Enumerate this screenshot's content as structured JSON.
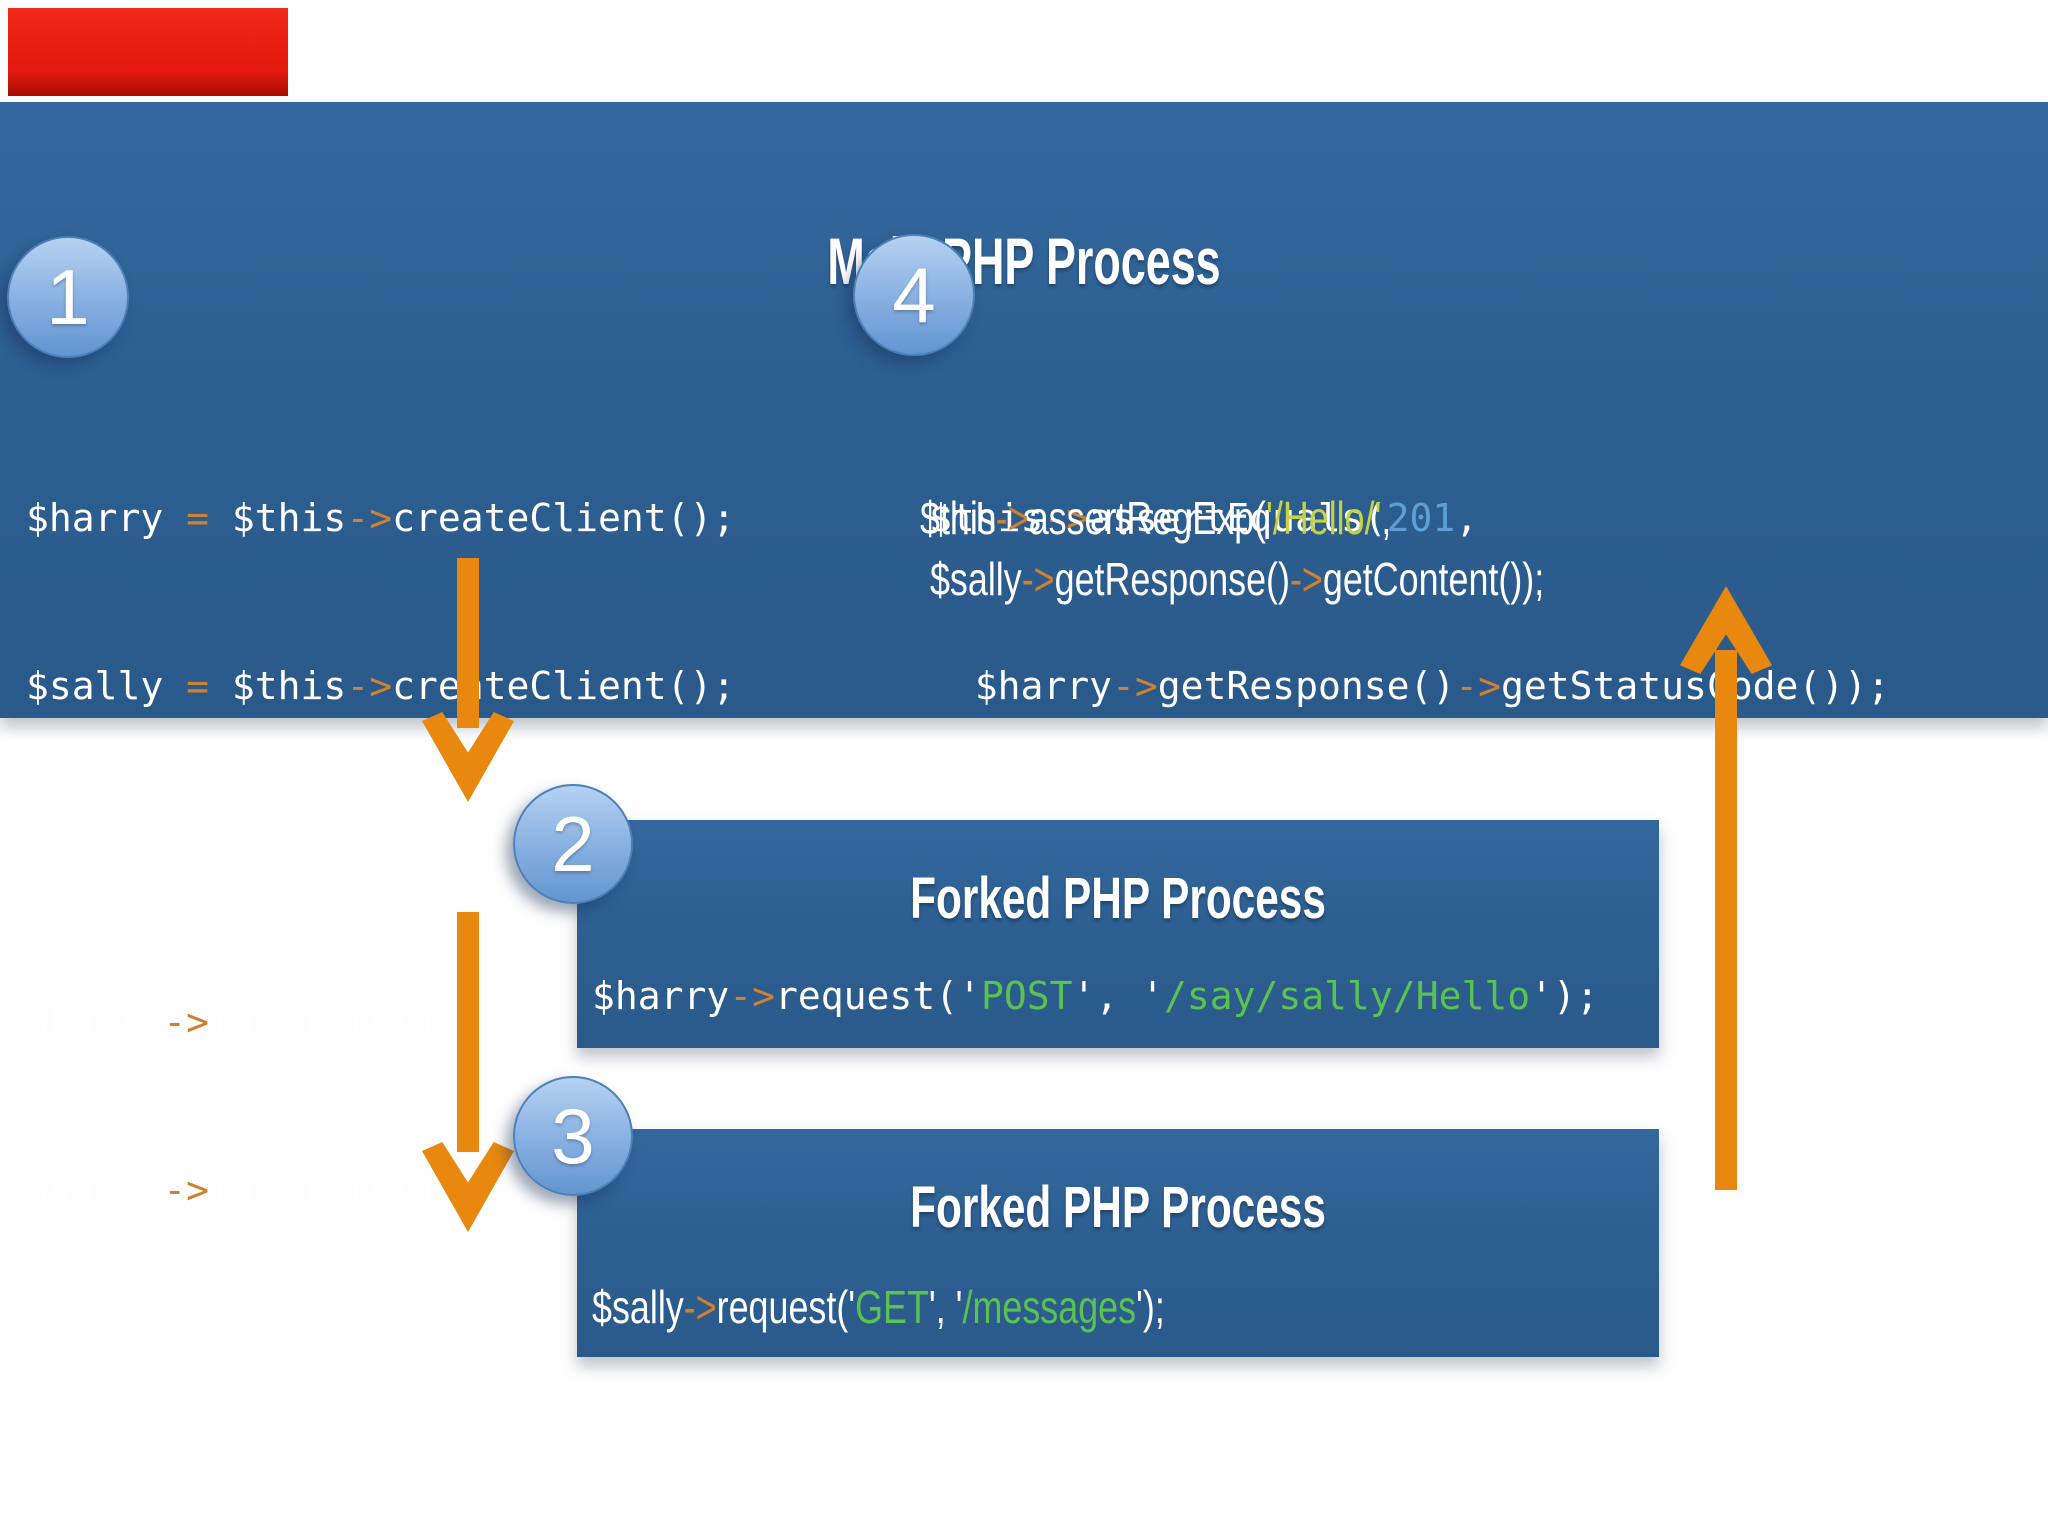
{
  "main": {
    "title": "Main PHP Process"
  },
  "fork1": {
    "title": "Forked PHP Process"
  },
  "fork2": {
    "title": "Forked PHP Process"
  },
  "steps": {
    "s1": "1",
    "s2": "2",
    "s3": "3",
    "s4": "4"
  },
  "setup": {
    "lines": [
      [
        {
          "c": "pl",
          "t": "$harry "
        },
        {
          "c": "op",
          "t": "="
        },
        {
          "c": "pl",
          "t": " $this"
        },
        {
          "c": "op",
          "t": "->"
        },
        {
          "c": "pl",
          "t": "createClient();"
        }
      ],
      [
        {
          "c": "pl",
          "t": "$sally "
        },
        {
          "c": "op",
          "t": "="
        },
        {
          "c": "pl",
          "t": " $this"
        },
        {
          "c": "op",
          "t": "->"
        },
        {
          "c": "pl",
          "t": "createClient();"
        }
      ],
      [],
      [
        {
          "c": "pl",
          "t": "$harry"
        },
        {
          "c": "op",
          "t": "->"
        },
        {
          "c": "pl",
          "t": "insulate();"
        }
      ],
      [
        {
          "c": "pl",
          "t": "$sally"
        },
        {
          "c": "op",
          "t": "->"
        },
        {
          "c": "pl",
          "t": "insulate();"
        }
      ]
    ]
  },
  "asserts": {
    "mono_lines": [
      [
        {
          "c": "pl",
          "t": "$this"
        },
        {
          "c": "op",
          "t": "->"
        },
        {
          "c": "pl",
          "t": "assertEquals("
        },
        {
          "c": "num",
          "t": "201"
        },
        {
          "c": "pl",
          "t": ","
        }
      ],
      [
        {
          "c": "pl",
          "t": "  $harry"
        },
        {
          "c": "op",
          "t": "->"
        },
        {
          "c": "pl",
          "t": "getResponse()"
        },
        {
          "c": "op",
          "t": "->"
        },
        {
          "c": "pl",
          "t": "getStatusCode());"
        }
      ]
    ],
    "narrow_line_1": [
      {
        "c": "pl",
        "t": "$this"
      },
      {
        "c": "op",
        "t": "->"
      },
      {
        "c": "pl",
        "t": "assertRegExp("
      },
      {
        "c": "rx",
        "t": "'/Hello/'"
      },
      {
        "c": "pl",
        "t": ","
      }
    ],
    "narrow_line_2": [
      {
        "c": "pl",
        "t": " $sally"
      },
      {
        "c": "op",
        "t": "->"
      },
      {
        "c": "pl",
        "t": "getResponse()"
      },
      {
        "c": "op",
        "t": "->"
      },
      {
        "c": "pl",
        "t": "getContent());"
      }
    ]
  },
  "fork1_code": [
    {
      "c": "pl",
      "t": "$harry"
    },
    {
      "c": "op",
      "t": "->"
    },
    {
      "c": "pl",
      "t": "request("
    },
    {
      "c": "pl",
      "t": "'"
    },
    {
      "c": "str",
      "t": "POST"
    },
    {
      "c": "pl",
      "t": "'"
    },
    {
      "c": "pl",
      "t": ", "
    },
    {
      "c": "pl",
      "t": "'"
    },
    {
      "c": "str",
      "t": "/say/sally/Hello"
    },
    {
      "c": "pl",
      "t": "'"
    },
    {
      "c": "pl",
      "t": ");"
    }
  ],
  "fork2_code": [
    {
      "c": "pl",
      "t": "$sally"
    },
    {
      "c": "op",
      "t": "->"
    },
    {
      "c": "pl",
      "t": "request("
    },
    {
      "c": "pl",
      "t": "'"
    },
    {
      "c": "str",
      "t": "GET"
    },
    {
      "c": "pl",
      "t": "'"
    },
    {
      "c": "pl",
      "t": ", "
    },
    {
      "c": "pl",
      "t": "'"
    },
    {
      "c": "str",
      "t": "/messages"
    },
    {
      "c": "pl",
      "t": "'"
    },
    {
      "c": "pl",
      "t": ");"
    }
  ],
  "colors": {
    "background": "#fefefe",
    "panel_blue": "#2d5f92",
    "arrow_orange": "#e8880f",
    "operator_orange": "#cf8030",
    "string_green": "#5bc251",
    "number_blue": "#5e9fd8",
    "regex_yellow": "#c5d343",
    "red_bar": "#e3170d",
    "circle_light": "#b6d2f2",
    "circle_dark": "#6395d0"
  }
}
